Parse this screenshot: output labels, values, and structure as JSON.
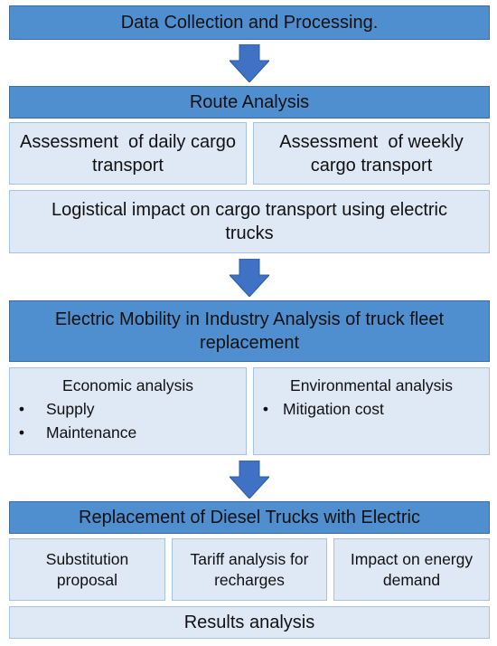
{
  "step1": {
    "title": "Data Collection and Processing."
  },
  "step2": {
    "title": "Route Analysis",
    "daily": "Assessment  of daily cargo transport",
    "weekly": "Assessment  of weekly cargo transport",
    "logistic": "Logistical impact on cargo transport using electric trucks"
  },
  "step3": {
    "title": "Electric Mobility in Industry Analysis of truck fleet replacement",
    "economic": {
      "title": "Economic analysis",
      "items": [
        "Supply",
        "Maintenance"
      ]
    },
    "environmental": {
      "title": "Environmental analysis",
      "items": [
        "Mitigation cost"
      ]
    }
  },
  "step4": {
    "title": "Replacement of Diesel Trucks with Electric",
    "substitution": "Substitution proposal",
    "tariff": "Tariff analysis for recharges",
    "impact": "Impact on energy demand",
    "results": "Results analysis"
  },
  "colors": {
    "dark_box": "#4f8fd0",
    "light_box": "#dfe8f5",
    "arrow": "#3f72c4"
  }
}
